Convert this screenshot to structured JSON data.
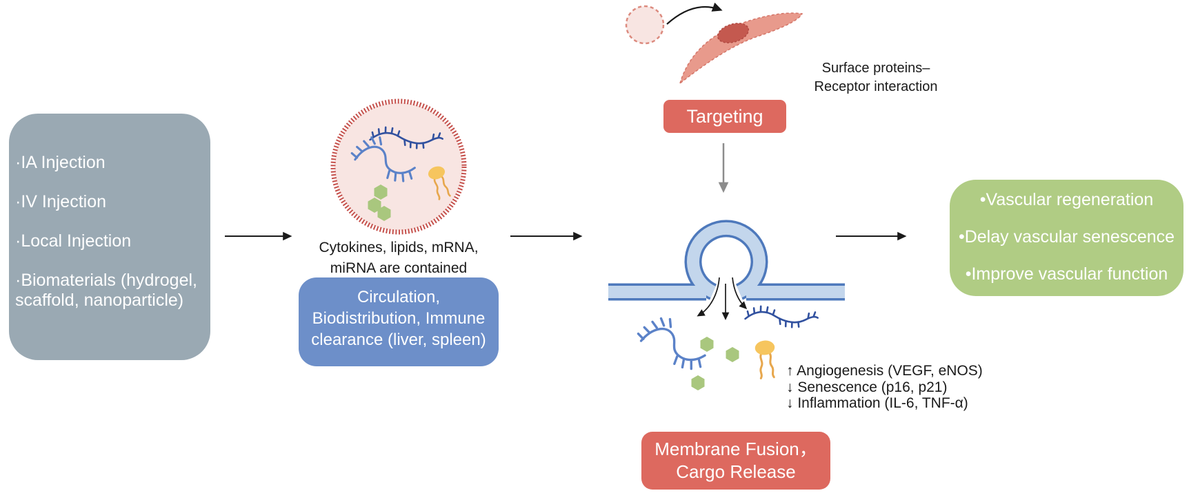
{
  "figure": {
    "injection_box": {
      "items": [
        "·IA Injection",
        "·IV Injection",
        "·Local Injection",
        "·Biomaterials (hydrogel, scaffold, nanoparticle)"
      ]
    },
    "vesicle_caption": {
      "lines": [
        "Cytokines, lipids, mRNA,",
        "miRNA are contained"
      ]
    },
    "circulation_box": {
      "lines": [
        "Circulation,",
        "Biodistribution, Immune",
        "clearance (liver, spleen)"
      ]
    },
    "targeting": {
      "button_label": "Targeting",
      "caption_lines": [
        "Surface proteins–",
        "Receptor interaction"
      ]
    },
    "effects": {
      "lines": [
        "↑ Angiogenesis (VEGF, eNOS)",
        "↓ Senescence (p16, p21)",
        "↓ Inflammation (IL-6, TNF-α)"
      ]
    },
    "fusion_box": {
      "lines": [
        "Membrane Fusion，",
        "Cargo Release"
      ]
    },
    "outcome_box": {
      "items": [
        "•Vascular regeneration",
        "•Delay vascular senescence",
        "•Improve vascular function"
      ]
    }
  },
  "icons": {
    "vesicle": "extracellular-vesicle-circle",
    "small_vesicle": "small-vesicle-circle",
    "cell": "spindle-cell",
    "membrane": "cell-membrane-fusion-omega",
    "mrna": "mrna-strand",
    "mirna": "mirna-strand",
    "cytokine": "green-hexagon",
    "lipid": "lipid-molecule"
  },
  "colors": {
    "box-gray": "#9AA9B3",
    "box-blue": "#6D8FC9",
    "box-green": "#B0CC84",
    "button-red": "#DD695F",
    "membrane-fill": "#C3D6EC",
    "membrane-edge": "#4E79BC",
    "vesicle-fill": "#F8E5E2",
    "vesicle-edge": "#C5504B",
    "cell-fill": "#E89A8C",
    "nucleus-fill": "#C4594F",
    "rna-blue": "#5B82C8",
    "mirna-blue": "#31519F",
    "cargo-green": "#A9C77E",
    "lipid-yellow": "#F6C55E",
    "lipid-tail": "#E7A74D",
    "arrow-black": "#1a1a1a",
    "arrow-gray": "#8C8C8C",
    "text-dark": "#1a1a1a"
  }
}
